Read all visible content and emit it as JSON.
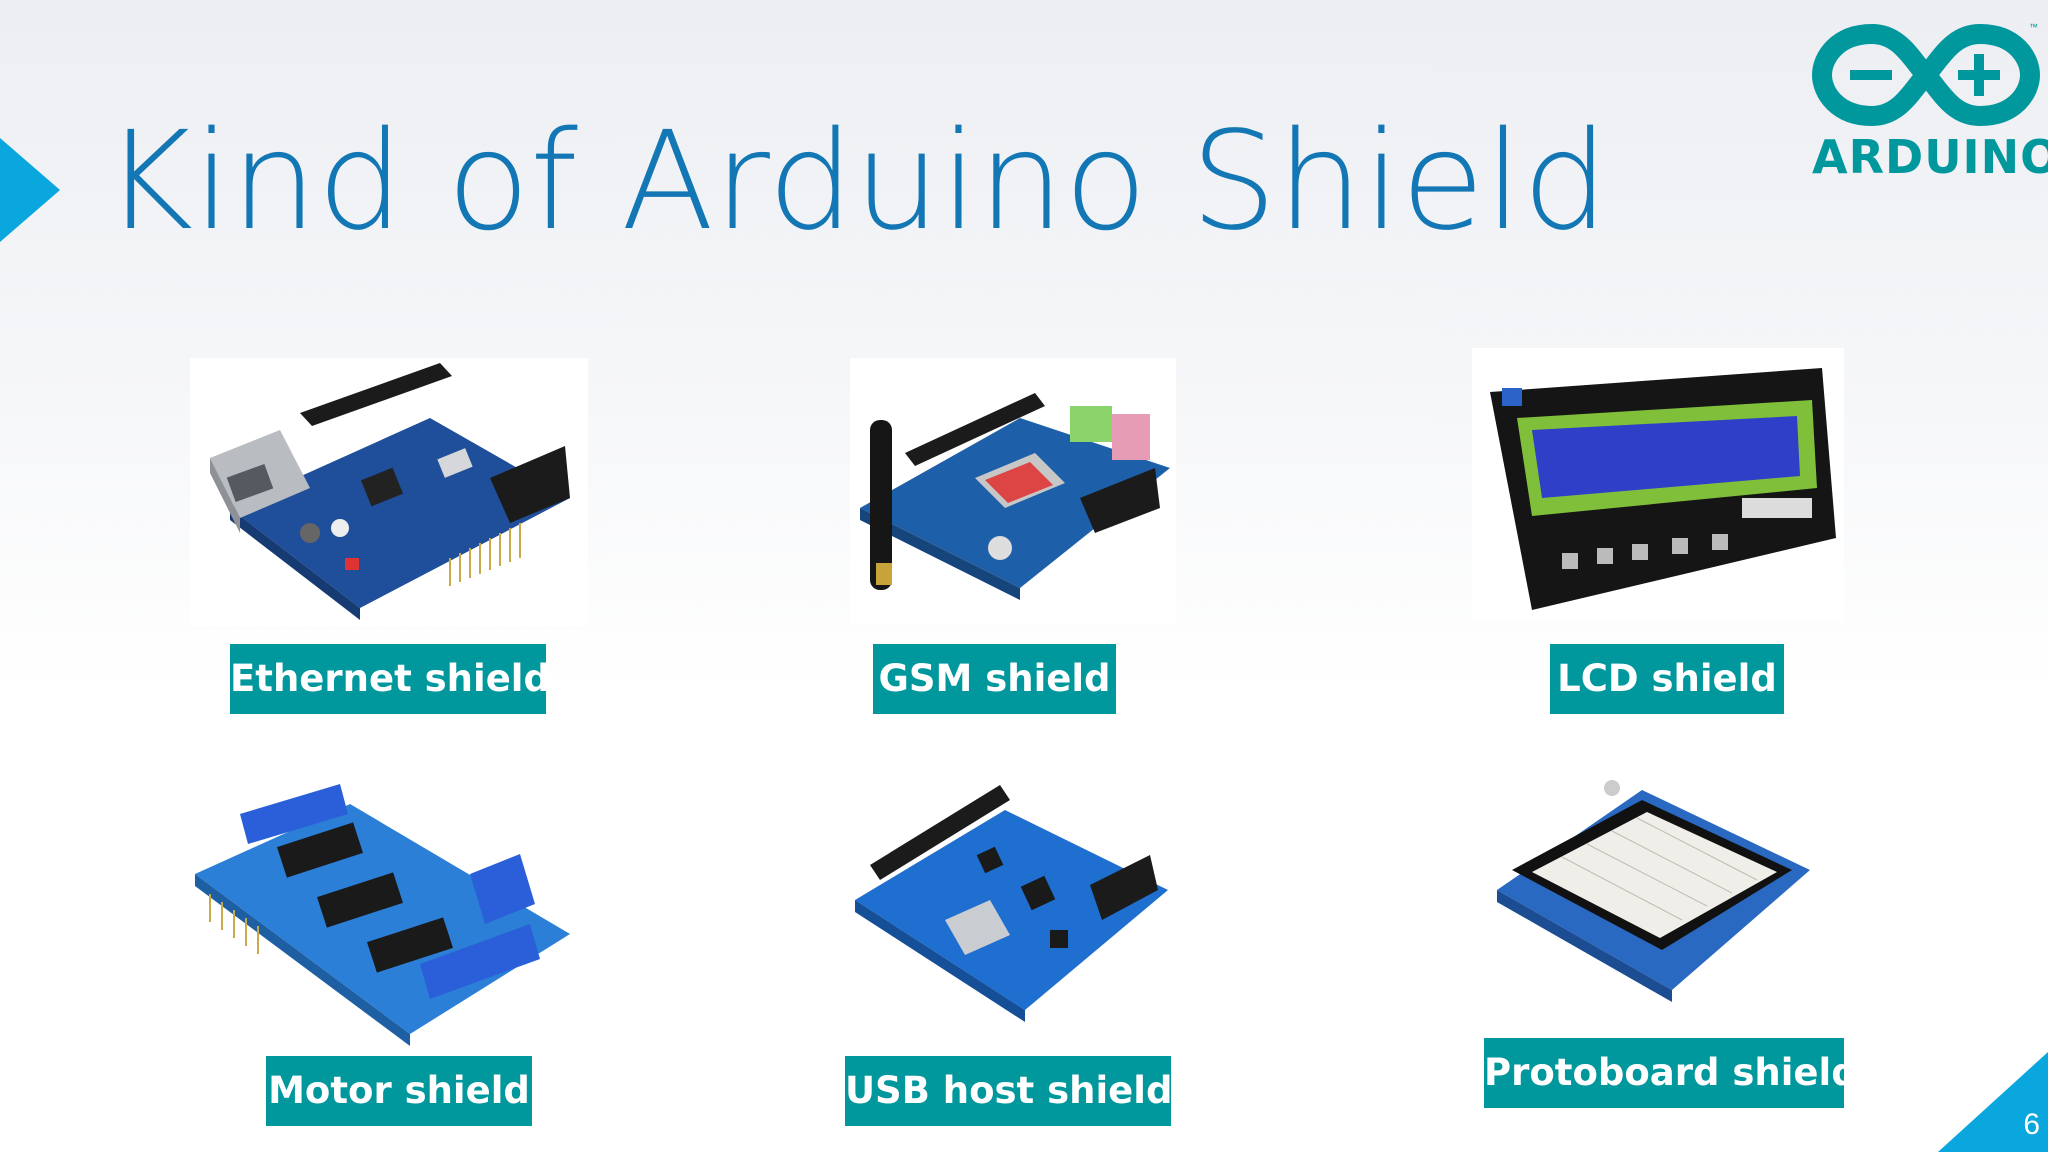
{
  "slide": {
    "title": "Kind of Arduino Shield",
    "page_number": "6",
    "colors": {
      "title": "#1277b4",
      "label_bg": "#00979d",
      "accent": "#0aa6de"
    }
  },
  "logo": {
    "text": "ARDUINO",
    "tm": "™",
    "icon": "arduino-infinity-logo-icon"
  },
  "shields": [
    {
      "label": "Ethernet shield",
      "icon": "ethernet-shield-photo"
    },
    {
      "label": "GSM shield",
      "icon": "gsm-shield-photo"
    },
    {
      "label": "LCD shield",
      "icon": "lcd-shield-photo"
    },
    {
      "label": "Motor shield",
      "icon": "motor-shield-photo"
    },
    {
      "label": "USB host shield",
      "icon": "usb-host-shield-photo"
    },
    {
      "label": "Protoboard shield",
      "icon": "protoboard-shield-photo"
    }
  ]
}
